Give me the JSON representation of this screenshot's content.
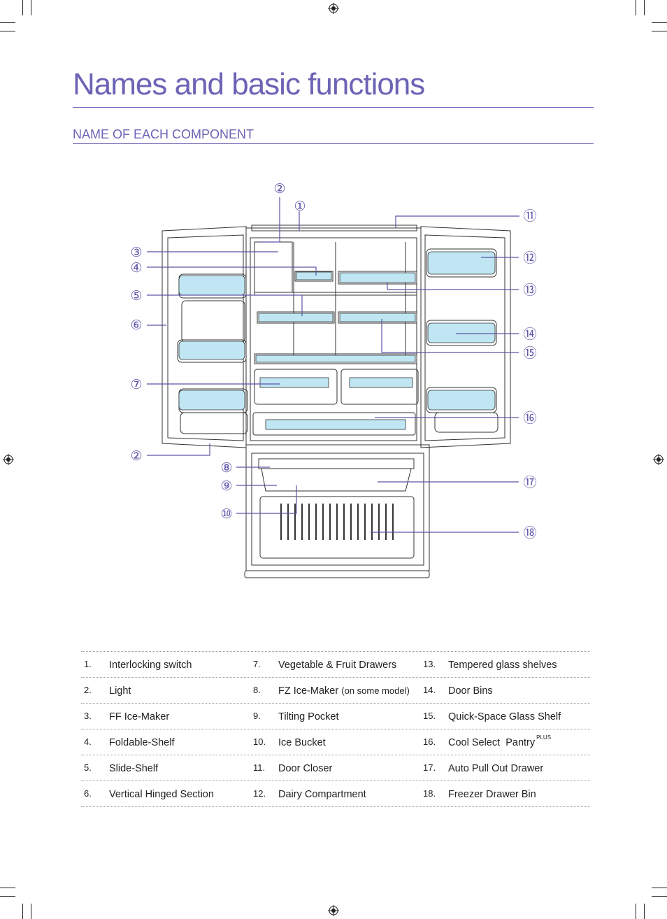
{
  "page": {
    "title": "Names and basic functions",
    "subtitle": "NAME OF EACH COMPONENT"
  },
  "diagram": {
    "callouts": [
      "②",
      "①",
      "⑪",
      "③",
      "④",
      "⑫",
      "⑤",
      "⑬",
      "⑥",
      "⑭",
      "⑮",
      "⑦",
      "⑯",
      "②",
      "⑧",
      "⑨",
      "⑰",
      "⑩",
      "⑱"
    ]
  },
  "components": [
    {
      "num": "1.",
      "label": "Interlocking switch"
    },
    {
      "num": "2.",
      "label": "Light"
    },
    {
      "num": "3.",
      "label": "FF Ice-Maker"
    },
    {
      "num": "4.",
      "label": "Foldable-Shelf"
    },
    {
      "num": "5.",
      "label": "Slide-Shelf"
    },
    {
      "num": "6.",
      "label": "Vertical Hinged Section"
    },
    {
      "num": "7.",
      "label": "Vegetable & Fruit Drawers"
    },
    {
      "num": "8.",
      "label": "FZ Ice-Maker",
      "note": "(on some model)"
    },
    {
      "num": "9.",
      "label": "Tilting Pocket"
    },
    {
      "num": "10.",
      "label": "Ice Bucket"
    },
    {
      "num": "11.",
      "label": "Door Closer"
    },
    {
      "num": "12.",
      "label": "Dairy Compartment"
    },
    {
      "num": "13.",
      "label": "Tempered glass shelves"
    },
    {
      "num": "14.",
      "label": "Door Bins"
    },
    {
      "num": "15.",
      "label": "Quick-Space Glass Shelf"
    },
    {
      "num": "16.",
      "label": "Cool Select  Pantry",
      "sup": "PLUS"
    },
    {
      "num": "17.",
      "label": "Auto Pull Out Drawer"
    },
    {
      "num": "18.",
      "label": "Freezer Drawer Bin"
    }
  ]
}
